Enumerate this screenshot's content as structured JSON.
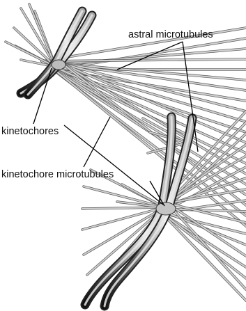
{
  "labels": {
    "astral": "astral microtubules",
    "kinetochores": "kinetochores",
    "kinetochore_mt": "kinetochore microtubules"
  },
  "colors": {
    "background": "#ffffff",
    "chromatid_dark": "#222222",
    "chromatid_light": "#e8e8e8",
    "microtubule_dark": "#555555",
    "microtubule_light": "#d0d0d0",
    "leader": "#000000"
  }
}
